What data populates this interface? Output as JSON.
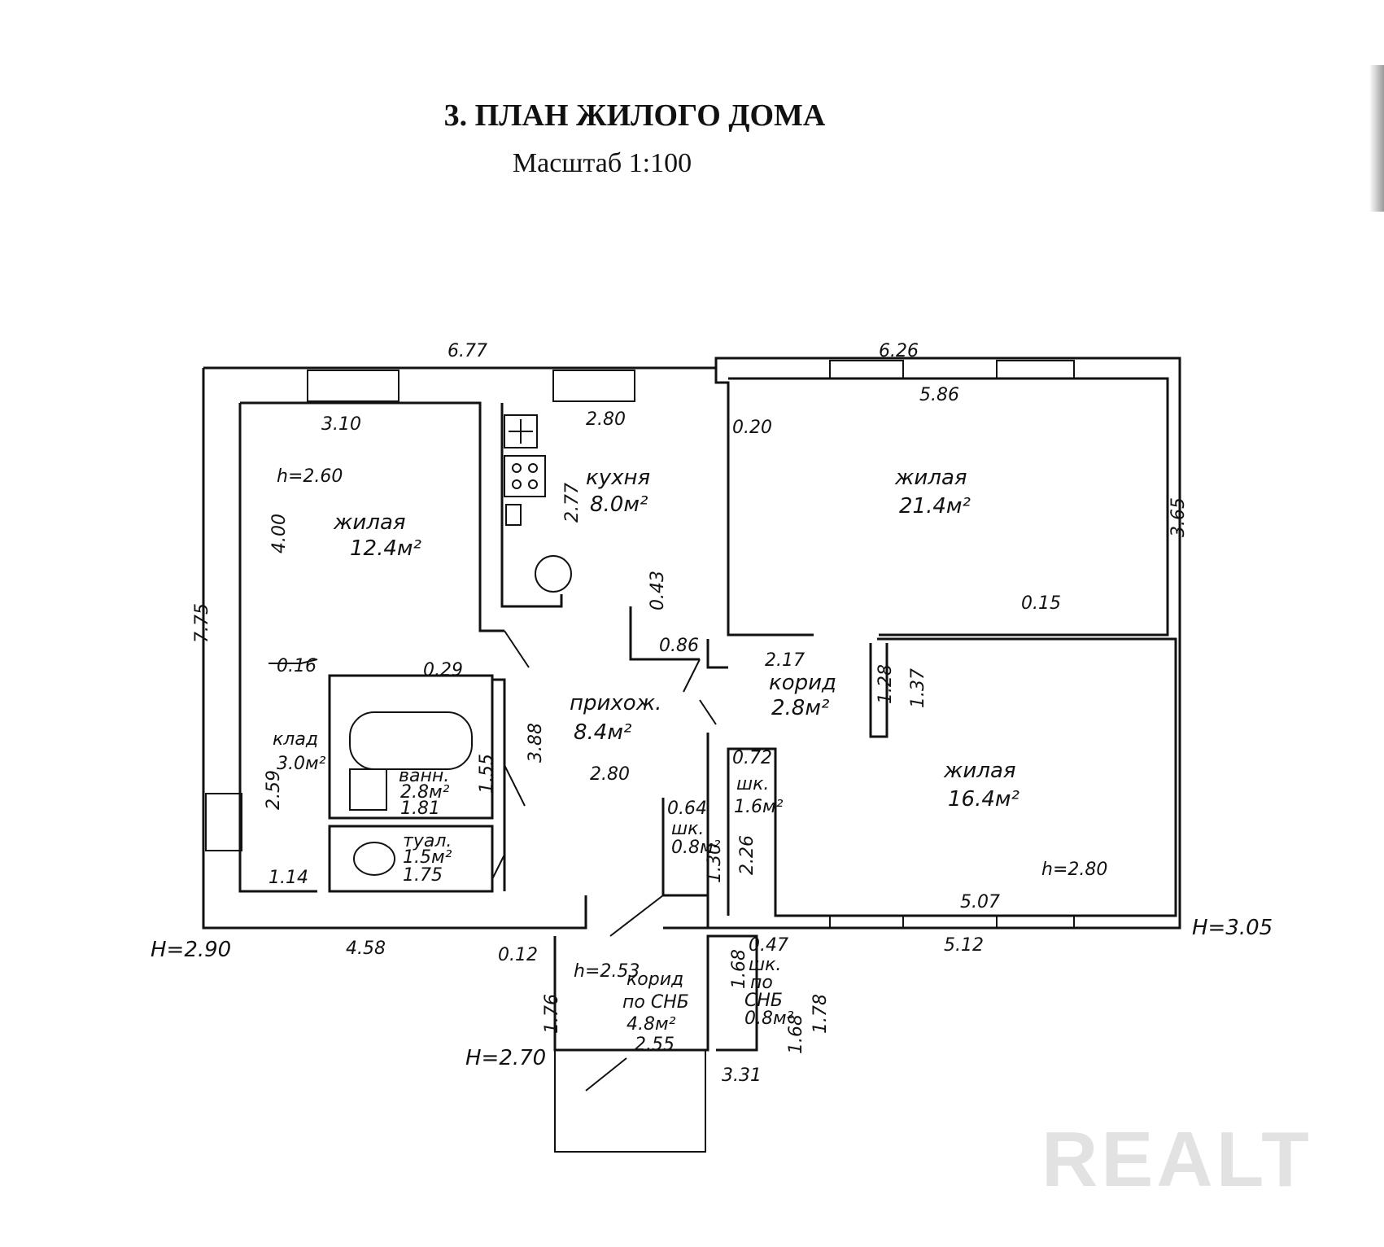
{
  "header": {
    "title": "3. ПЛАН ЖИЛОГО ДОМА",
    "scale": "Масштаб 1:100"
  },
  "rooms": {
    "living1": {
      "name": "жилая",
      "area": "12.4м²",
      "height": "h=2.60",
      "w": "3.10",
      "d": "4.00"
    },
    "kitchen": {
      "name": "кухня",
      "area": "8.0м²",
      "w": "2.80",
      "d": "2.77"
    },
    "living2": {
      "name": "жилая",
      "area": "21.4м²",
      "w": "5.86",
      "d": "3.65"
    },
    "corridor1": {
      "name": "корид",
      "area": "2.8м²",
      "w": "2.17",
      "d1": "1.28",
      "d2": "1.37"
    },
    "hall": {
      "name": "прихож.",
      "area": "8.4м²",
      "w": "2.80",
      "d": "3.88"
    },
    "living3": {
      "name": "жилая",
      "area": "16.4м²",
      "height": "h=2.80",
      "w": "5.07"
    },
    "storage": {
      "name": "клад",
      "area": "3.0м²",
      "d": "2.59",
      "w": "1.14"
    },
    "bath": {
      "name": "ванн.",
      "area": "2.8м²",
      "w": "1.81",
      "d": "1.55"
    },
    "wc": {
      "name": "туал.",
      "area": "1.5м²",
      "w": "1.75"
    },
    "closet1": {
      "name": "шк.",
      "area": "1.6м²",
      "w": "0.72",
      "d": "2.26"
    },
    "closet2": {
      "name": "шк.",
      "area": "0.8м²",
      "w": "0.64",
      "d": "1.30"
    },
    "corridor2": {
      "name": "корид",
      "sub": "по СНБ",
      "area": "4.8м²",
      "height": "h=2.53",
      "w": "2.55",
      "d": "1.76",
      "d2": "1.68"
    },
    "closet3": {
      "name": "шк.",
      "sub": "по",
      "sub2": "СНБ",
      "area": "0.8м²",
      "w": "0.47",
      "d": "1.68"
    }
  },
  "dimensions": {
    "top_left": "6.77",
    "top_right": "6.26",
    "left": "7.75",
    "bottom_left": "4.58",
    "bottom_right": "5.12",
    "bottom_ext": "3.31",
    "right_ext": "1.78",
    "wall_020": "0.20",
    "wall_015": "0.15",
    "wall_016": "0.16",
    "wall_029": "0.29",
    "wall_012": "0.12",
    "wall_043": "0.43",
    "wall_086": "0.86"
  },
  "levels": {
    "h_left": "H=2.90",
    "h_right": "H=3.05",
    "h_porch": "H=2.70"
  },
  "watermark": "REALT"
}
